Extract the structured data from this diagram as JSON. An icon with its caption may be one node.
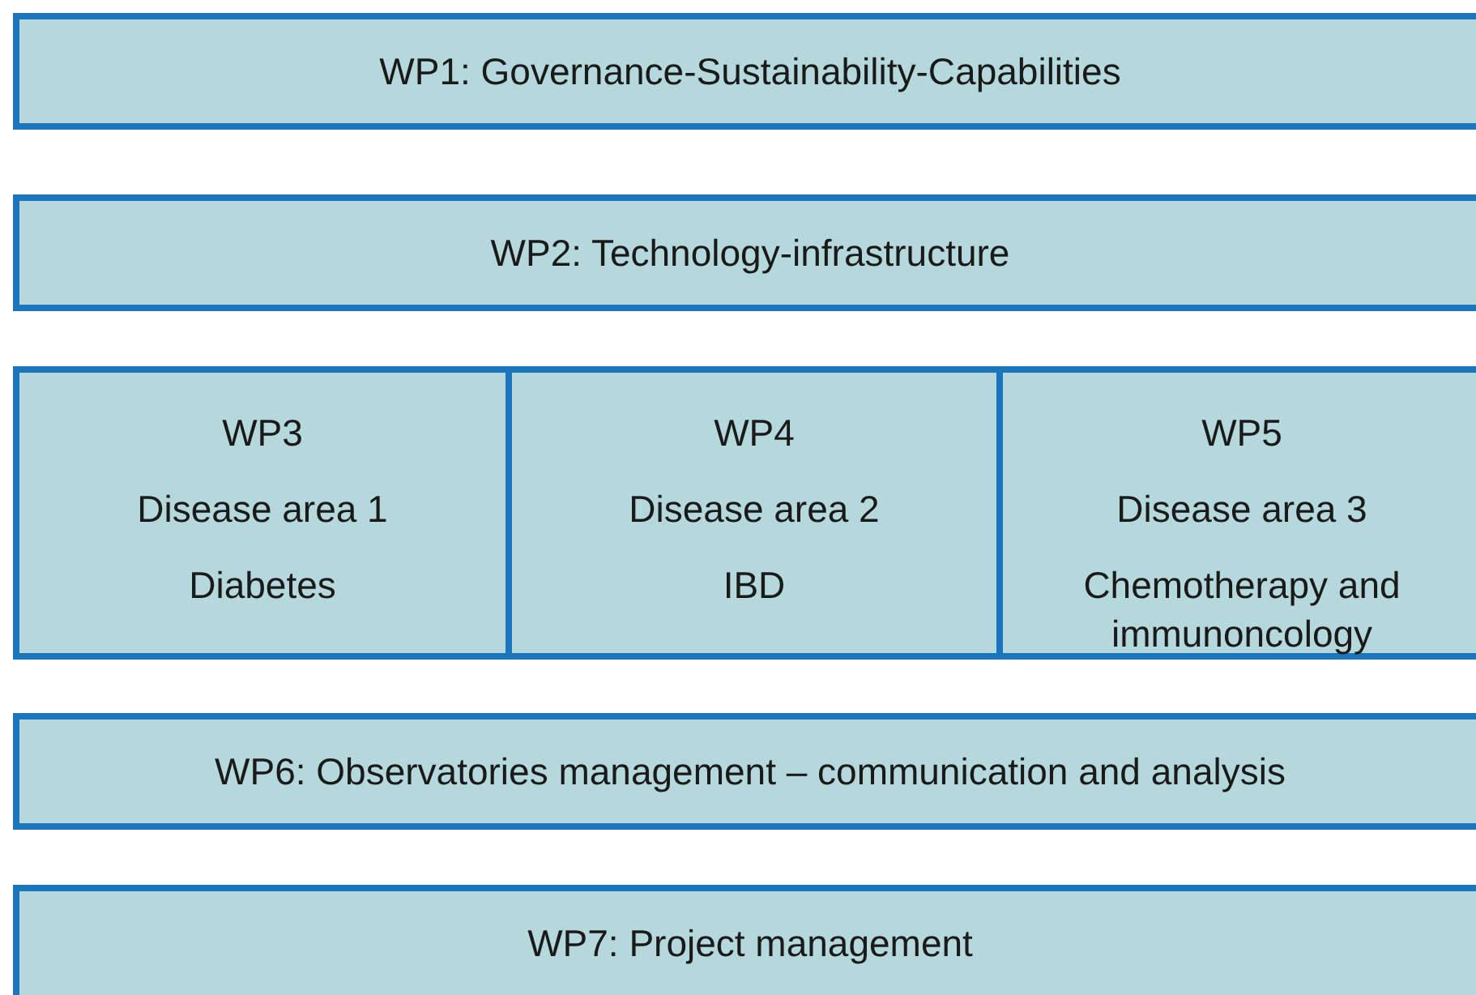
{
  "diagram": {
    "nodes": [
      {
        "text": [
          "WP1: Governance-Sustainability-Capabilities"
        ]
      },
      {
        "text": [
          "WP2: Technology-infrastructure"
        ]
      },
      {
        "text": [
          "WP3",
          "Disease area 1",
          "Diabetes"
        ]
      },
      {
        "text": [
          "WP4",
          "Disease area 2",
          "IBD"
        ]
      },
      {
        "text": [
          "WP5",
          "Disease area 3",
          "Chemotherapy and immunoncology"
        ]
      },
      {
        "text": [
          "WP6: Observatories management – communication and analysis"
        ]
      },
      {
        "text": [
          "WP7: Project management"
        ]
      }
    ],
    "edges": []
  }
}
